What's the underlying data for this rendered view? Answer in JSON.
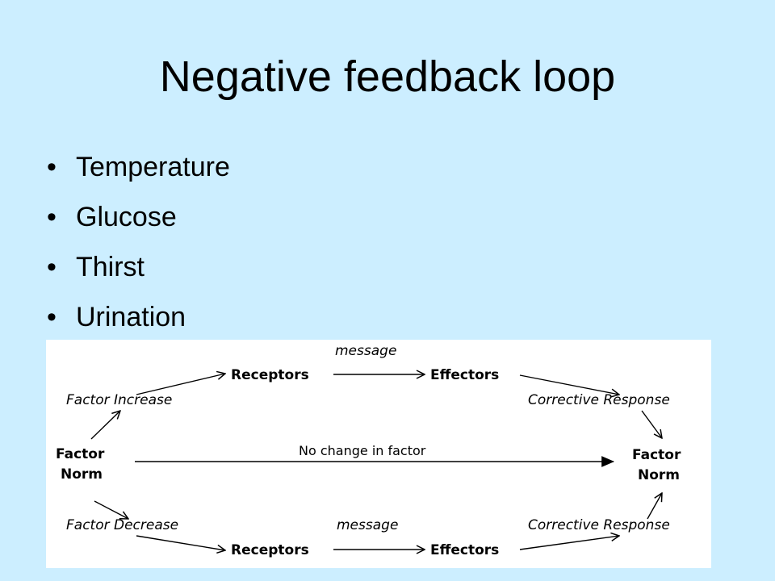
{
  "slide": {
    "title": "Negative feedback loop",
    "bullet_char": "•",
    "bullets": [
      "Temperature",
      "Glucose",
      "Thirst",
      "Urination"
    ],
    "background_color": "#cceeff"
  },
  "diagram": {
    "top_message": "message",
    "top_receptors": "Receptors",
    "top_effectors": "Effectors",
    "factor_increase": "Factor Increase",
    "corrective_response_top": "Corrective Response",
    "left_factor": "Factor",
    "left_norm": "Norm",
    "no_change": "No change in factor",
    "right_factor": "Factor",
    "right_norm": "Norm",
    "factor_decrease": "Factor Decrease",
    "bottom_message": "message",
    "corrective_response_bottom": "Corrective Response",
    "bottom_receptors": "Receptors",
    "bottom_effectors": "Effectors"
  }
}
